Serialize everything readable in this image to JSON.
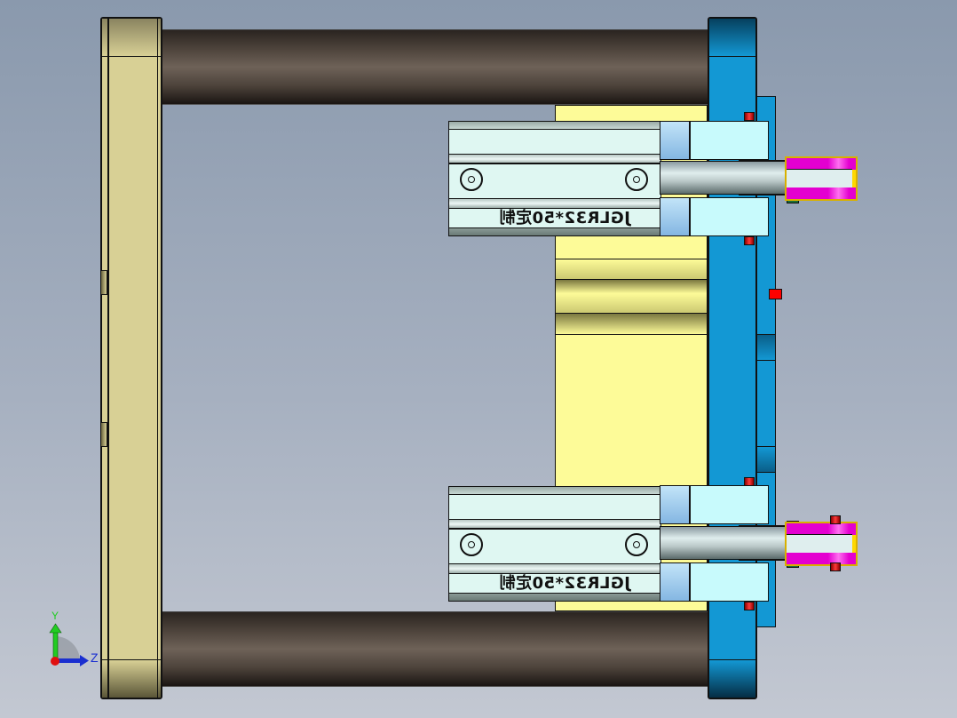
{
  "viewport": {
    "background_top": "#8a99ad",
    "background_bottom": "#c3c8d2"
  },
  "model": {
    "left_plate": {
      "color": "#d8d095"
    },
    "guide_rods": {
      "count": 2,
      "color": "#4d433b"
    },
    "right_plate": {
      "color": "#1398d4"
    },
    "center_block": {
      "color": "#fdfb98"
    },
    "cylinders": [
      {
        "label": "JGLR32*50定制",
        "position": "top",
        "body_color": "#dff7f2"
      },
      {
        "label": "JGLR32*50定制",
        "position": "bottom",
        "body_color": "#dff7f2"
      }
    ],
    "clevis_color": "#ee00d8",
    "bracket_color": "#ffd800",
    "pin_color": "#e02020"
  },
  "triad": {
    "y_label": "Y",
    "z_label": "Z",
    "y_color": "#22cc22",
    "z_color": "#1a2fd0",
    "x_color": "#e01010"
  }
}
